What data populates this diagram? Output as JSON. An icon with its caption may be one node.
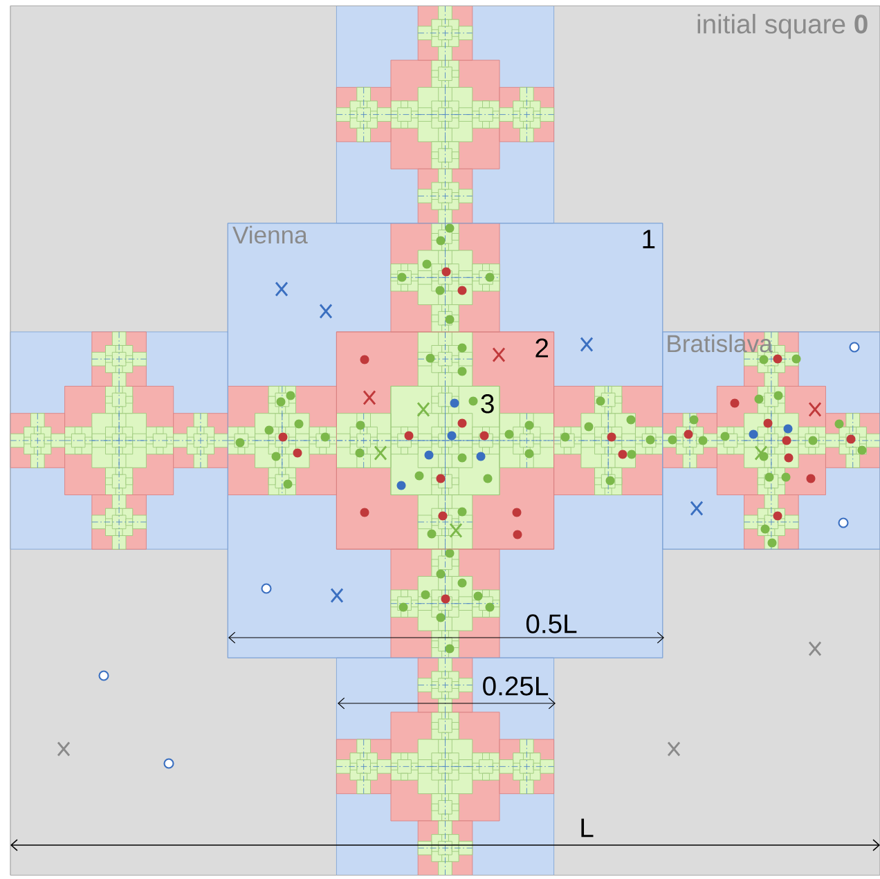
{
  "diagram": {
    "nodes": [
      {
        "text": [
          "initial square **0**"
        ]
      },
      {
        "text": [
          "Vienna",
          "1"
        ],
        "in": 0
      },
      {
        "text": [
          "2"
        ],
        "in": 1
      },
      {
        "text": [
          "3"
        ],
        "in": 2
      },
      {
        "text": [
          "Bratislava"
        ],
        "in": 0
      }
    ],
    "labels": [
      "0.5L",
      "0.25L",
      "L"
    ]
  }
}
